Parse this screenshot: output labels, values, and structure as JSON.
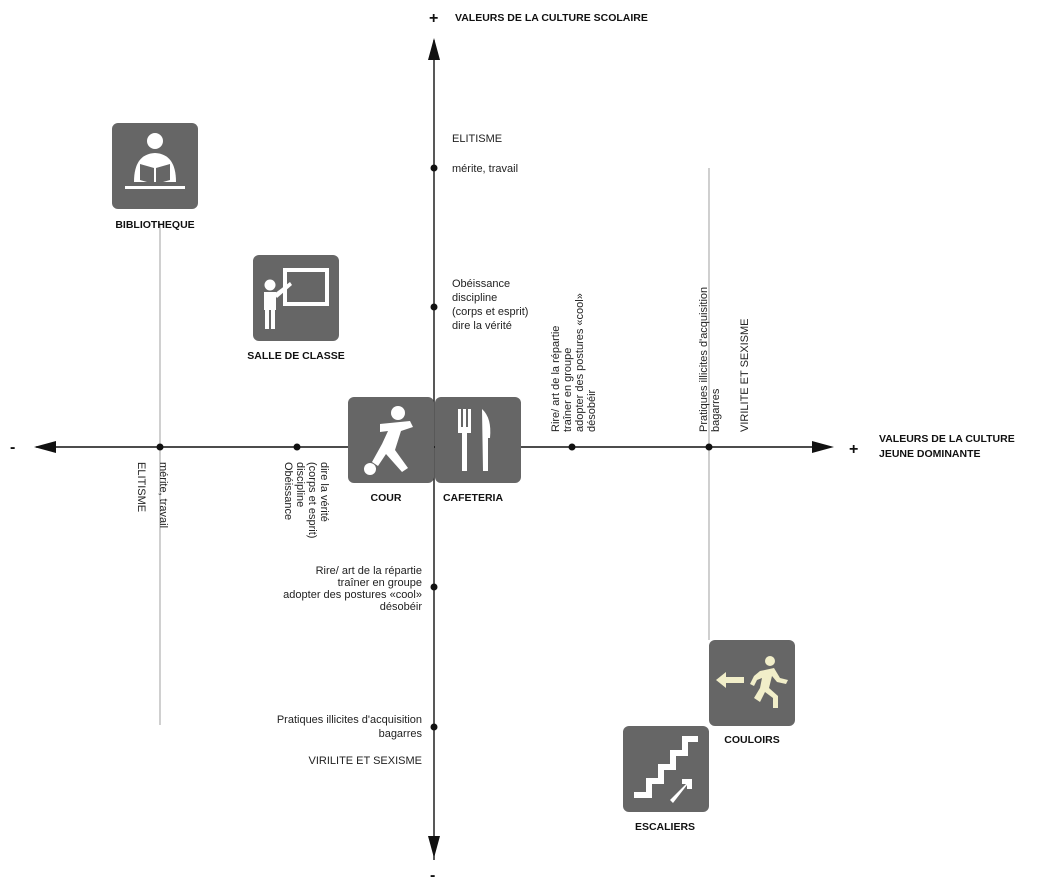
{
  "axes": {
    "y_top": {
      "sign": "+",
      "label": "VALEURS DE LA CULTURE SCOLAIRE"
    },
    "y_bottom": {
      "sign": "-"
    },
    "x_left": {
      "sign": "-"
    },
    "x_right": {
      "sign": "+",
      "label_line1": "VALEURS DE LA CULTURE",
      "label_line2": "JEUNE DOMINANTE"
    }
  },
  "y_axis_labels": {
    "elitisme": "ELITISME",
    "merite": "mérite, travail",
    "obeissance": [
      "Obéissance",
      "discipline",
      "(corps et esprit)",
      "dire la vérité"
    ],
    "rire": [
      "Rire/ art de la répartie",
      "traîner en groupe",
      "adopter des postures «cool»",
      "désobéir"
    ],
    "pratiques": [
      "Pratiques illicites d'acquisition",
      "bagarres"
    ],
    "virilite": "VIRILITE ET SEXISME"
  },
  "x_axis_labels": {
    "elitisme": "ELITISME",
    "merite": "mérite, travail",
    "obeissance": [
      "Obéissance",
      "discipline",
      "(corps et esprit)",
      "dire la vérité"
    ],
    "rire": [
      "Rire/ art de la répartie",
      "traîner en groupe",
      "adopter des postures «cool»",
      "désobéir"
    ],
    "pratiques": [
      "Pratiques illicites d'acquisition",
      "bagarres"
    ],
    "virilite": "VIRILITE ET SEXISME"
  },
  "places": {
    "bibliotheque": "BIBLIOTHEQUE",
    "salle": "SALLE DE CLASSE",
    "cour": "COUR",
    "cafeteria": "CAFETERIA",
    "couloirs": "COULOIRS",
    "escaliers": "ESCALIERS"
  }
}
